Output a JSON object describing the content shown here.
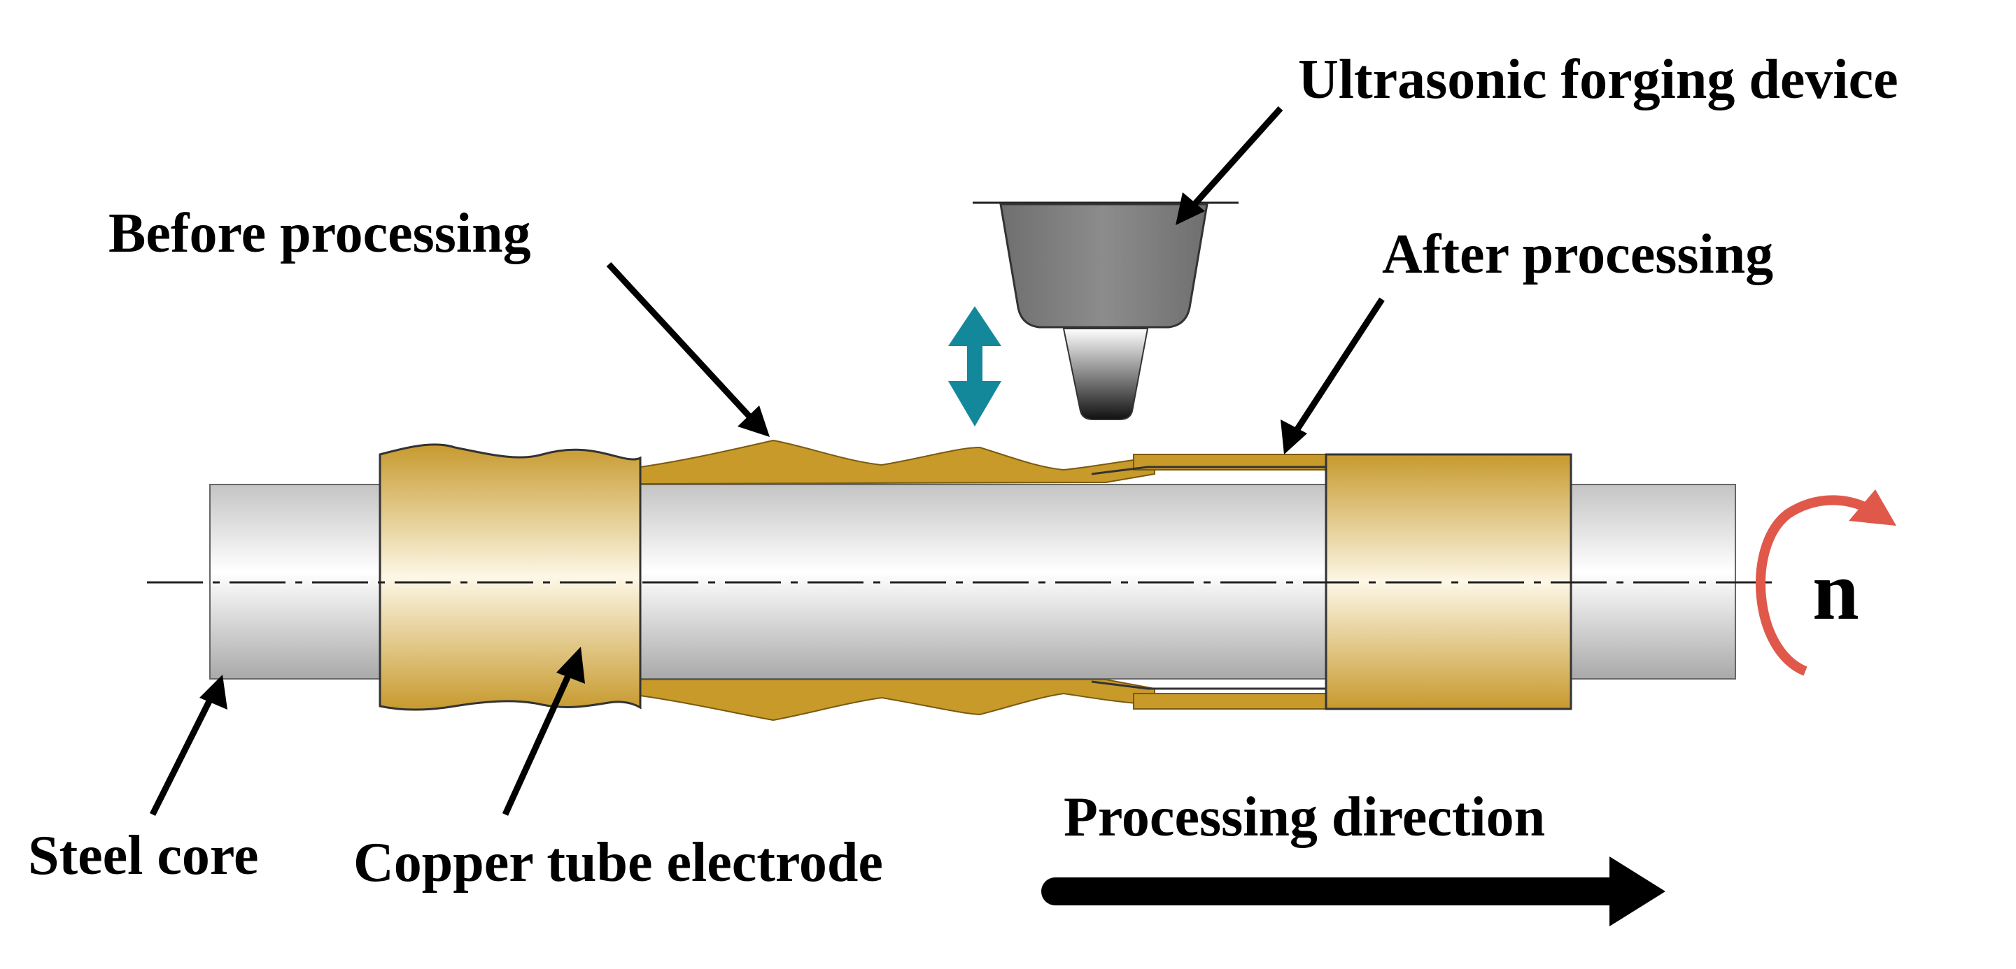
{
  "labels": {
    "device": "Ultrasonic forging device",
    "before": "Before processing",
    "after": "After processing",
    "steel_core": "Steel core",
    "copper_tube": "Copper tube electrode",
    "direction": "Processing direction",
    "rotation": "n"
  },
  "colors": {
    "copper": "#c89a2a",
    "copper_light": "#fdf6e3",
    "steel_light": "#ffffff",
    "steel_dark": "#b8b8b8",
    "tool_gray": "#808080",
    "vibration_arrow": "#14889b",
    "rotation_arrow": "#e0584a"
  }
}
